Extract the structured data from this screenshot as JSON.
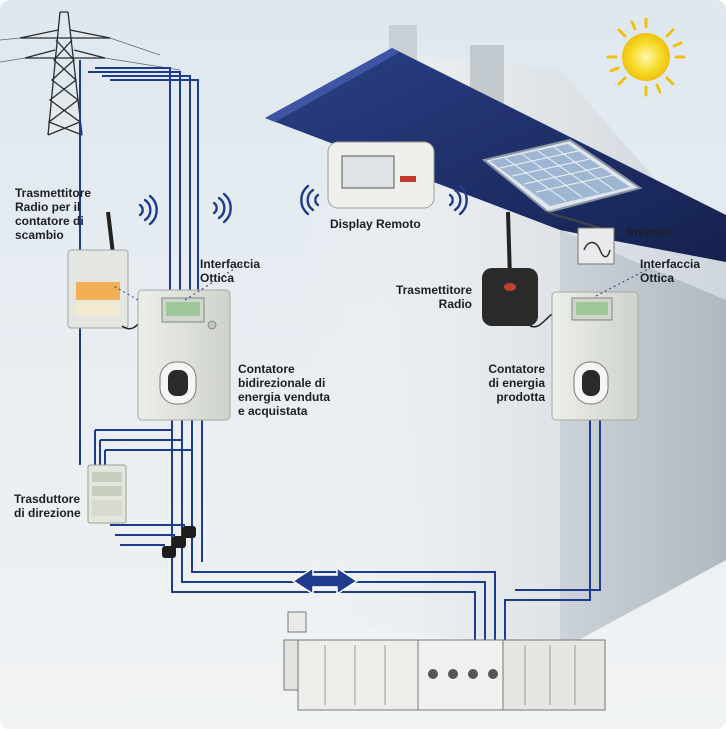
{
  "labels": {
    "trasmettitore_scambio": "Trasmettitore\nRadio per il\ncontatore di\nscambio",
    "interfaccia_ottica_left": "Interfaccia\nOttica",
    "contatore_bidirezionale": "Contatore\nbidirezionale di\nenergia venduta\ne acquistata",
    "trasduttore": "Trasduttore\ndi direzione",
    "display_remoto": "Display Remoto",
    "inverter": "Inverter",
    "interfaccia_ottica_right": "Interfaccia\nOttica",
    "trasmettitore_radio": "Trasmettitore\nRadio",
    "contatore_prodotta": "Contatore\ndi energia\nprodotta"
  },
  "colors": {
    "wire": "#1f3c8c",
    "roof": "#1e2f6b",
    "sun": "#f5d21a",
    "arrow": "#1f3c8c"
  }
}
